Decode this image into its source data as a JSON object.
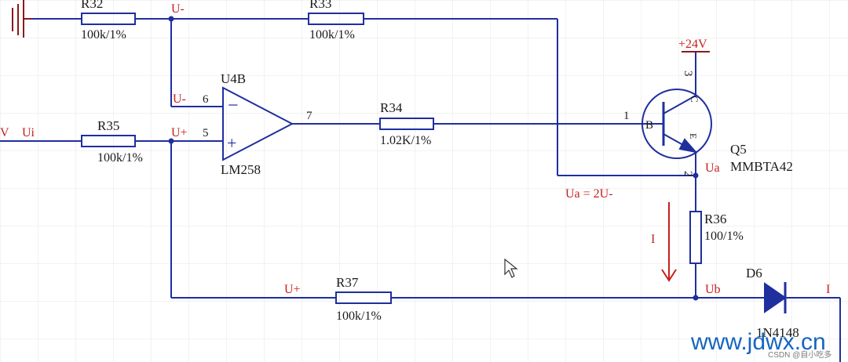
{
  "components": {
    "r32": {
      "ref": "R32",
      "value": "100k/1%"
    },
    "r33": {
      "ref": "R33",
      "value": "100k/1%"
    },
    "r35": {
      "ref": "R35",
      "value": "100k/1%"
    },
    "r34": {
      "ref": "R34",
      "value": "1.02K/1%"
    },
    "r36": {
      "ref": "R36",
      "value": "100/1%"
    },
    "r37": {
      "ref": "R37",
      "value": "100k/1%"
    },
    "opamp": {
      "ref": "U4B",
      "part": "LM258",
      "pin_inv": "6",
      "pin_noninv": "5",
      "pin_out": "7",
      "minus": "−",
      "plus": "+"
    },
    "transistor": {
      "ref": "Q5",
      "part": "MMBTA42",
      "pin_base": "1",
      "pin_collector": "3",
      "pin_emitter": "2",
      "b": "B",
      "c": "C",
      "e": "E"
    },
    "diode": {
      "ref": "D6",
      "part": "1N4148"
    }
  },
  "nets": {
    "u_minus_top": "U-",
    "u_minus_in": "U-",
    "u_plus_in": "U+",
    "u_plus_bottom": "U+",
    "ui": "Ui",
    "ui_prefix": "V",
    "ua": "Ua",
    "ub": "Ub",
    "vcc": "+24V",
    "i_right": "I"
  },
  "annotations": {
    "equation": "Ua = 2U-",
    "current": "I"
  },
  "watermark": {
    "site": "www.jdwx.cn",
    "credit": "CSDN @自小吃多"
  },
  "colors": {
    "wire": "#1f2f9e",
    "label": "#c81e1e",
    "ground": "#8b1a1a",
    "watermark": "#1565c0"
  }
}
